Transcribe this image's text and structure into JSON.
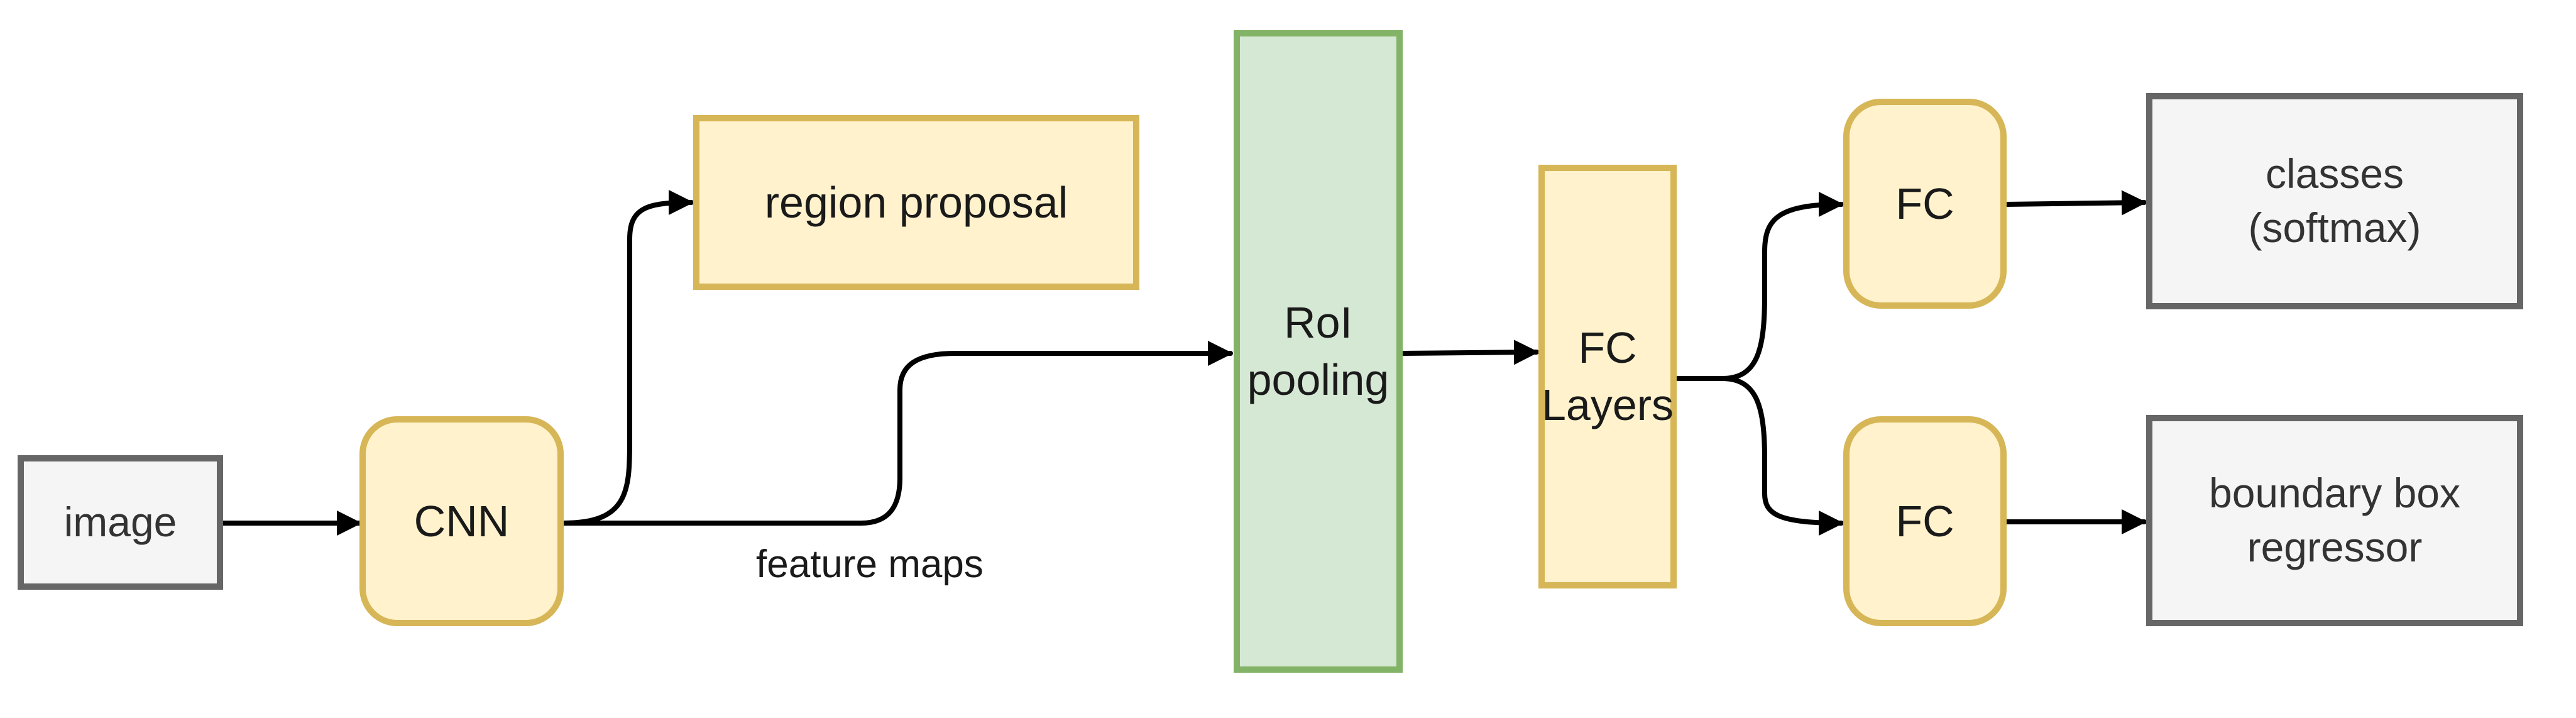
{
  "nodes": {
    "image": "image",
    "cnn": "CNN",
    "region_proposal": "region proposal",
    "roi_pooling": [
      "RoI",
      "pooling"
    ],
    "fc_layers": [
      "FC",
      "Layers"
    ],
    "fc_top": "FC",
    "fc_bottom": "FC",
    "classes": [
      "classes",
      "(softmax)"
    ],
    "bbox_regressor": [
      "boundary box",
      "regressor"
    ]
  },
  "edge_labels": {
    "feature_maps": "feature maps"
  },
  "colors": {
    "gray_fill": "#f5f5f5",
    "gray_stroke": "#666666",
    "yellow_fill": "#fff2cc",
    "yellow_stroke": "#d6b656",
    "green_fill": "#d5e8d4",
    "green_stroke": "#82b366",
    "edge": "#000000"
  }
}
